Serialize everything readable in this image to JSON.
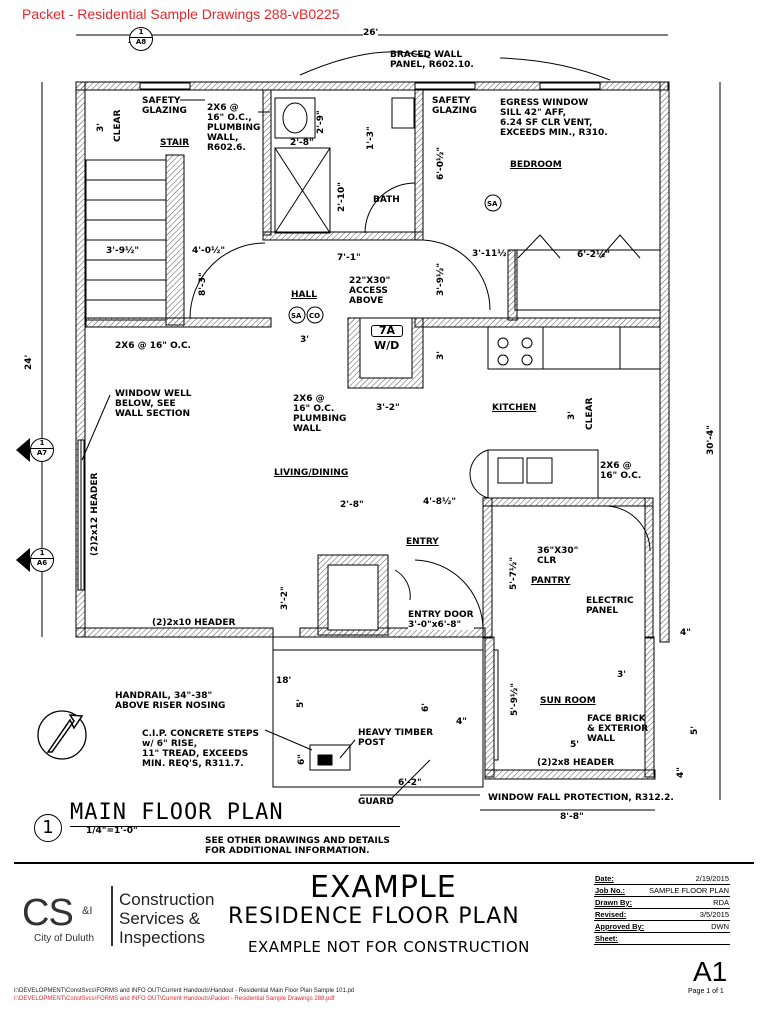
{
  "header": {
    "title": "Packet - Residential Sample Drawings 288-vB0225"
  },
  "callouts": [
    {
      "num": "1",
      "sheet": "A8"
    },
    {
      "num": "1",
      "sheet": "A7"
    },
    {
      "num": "1",
      "sheet": "A6"
    }
  ],
  "dimensions": {
    "overall_width": "26'",
    "overall_depth": "24'",
    "right_depth": "30'-4\"",
    "clear_top": "CLEAR",
    "dim_3": "3'",
    "dim_2_9": "2'-9\"",
    "dim_1_3": "1'-3\"",
    "dim_2_8_bath": "2'-8\"",
    "dim_2_10": "2'-10\"",
    "dim_6_0_half": "6'-0½\"",
    "dim_3_9_half": "3'-9½\"",
    "dim_4_0_half": "4'-0½\"",
    "dim_8_3": "8'-3\"",
    "dim_7_1": "7'-1\"",
    "dim_3_9_half_b": "3'-9½\"",
    "dim_3_11_half": "3'-11½\"",
    "dim_6_2_half": "6'-2½\"",
    "dim_3_hall": "3'",
    "dim_3_wd": "3'",
    "dim_3_2": "3'-2\"",
    "dim_3_kit": "3'",
    "clear_kit": "CLEAR",
    "dim_2_8_entry": "2'-8\"",
    "dim_4_8_half": "4'-8½\"",
    "dim_3_2_v": "3'-2\"",
    "dim_5_7_half": "5'-7½\"",
    "dim_18": "18'",
    "dim_5": "5'",
    "dim_6": "6'",
    "dim_6_2": "6'-2\"",
    "dim_6_s": "6\"",
    "dim_4_s": "4\"",
    "dim_5_9_half": "5'-9½\"",
    "dim_3_sun": "3'",
    "dim_5_sun": "5'",
    "dim_4_right": "4\"",
    "dim_5_right": "5'",
    "dim_4_right2": "4\"",
    "dim_8_8": "8'-8\""
  },
  "notes": {
    "braced_wall": "BRACED WALL\nPANEL, R602.10.",
    "safety_glazing_left": "SAFETY\nGLAZING",
    "plumbing_wall_top": "2X6 @\n16\" O.C.,\nPLUMBING\nWALL,\nR602.6.",
    "safety_glazing_right": "SAFETY\nGLAZING",
    "egress_window": "EGRESS WINDOW\nSILL 42\" AFF,\n6.24 SF CLR VENT,\nEXCEEDS MIN., R310.",
    "access": "22\"X30\"\nACCESS\nABOVE",
    "studs_left": "2X6 @ 16\" O.C.",
    "window_well": "WINDOW WELL\nBELOW, SEE\nWALL SECTION",
    "plumbing_wall_mid": "2X6 @\n16\" O.C.\nPLUMBING\nWALL",
    "studs_kitchen": "2X6 @\n16\" O.C.",
    "header_2x12": "(2)2x12 HEADER",
    "closet_clr": "36\"X30\"\nCLR",
    "electric_panel": "ELECTRIC\nPANEL",
    "header_2x10": "(2)2x10 HEADER",
    "entry_door": "ENTRY DOOR\n3'-0\"x6'-8\"",
    "handrail": "HANDRAIL, 34\"-38\"\nABOVE RISER NOSING",
    "concrete_steps": "C.I.P. CONCRETE STEPS\nw/ 6\" RISE,\n11\" TREAD, EXCEEDS\nMIN. REQ'S, R311.7.",
    "heavy_timber": "HEAVY TIMBER\nPOST",
    "guard": "GUARD",
    "face_brick": "FACE BRICK\n& EXTERIOR\nWALL",
    "header_2x8": "(2)2x8 HEADER",
    "window_fall": "WINDOW FALL PROTECTION, R312.2."
  },
  "rooms": {
    "stair": "STAIR",
    "bath": "BATH",
    "bedroom": "BEDROOM",
    "hall": "HALL",
    "wd_tag": "7A",
    "wd": "W/D",
    "kitchen": "KITCHEN",
    "living": "LIVING/DINING",
    "entry": "ENTRY",
    "pantry": "PANTRY",
    "sun_room": "SUN ROOM"
  },
  "symbols": {
    "sa": "SA",
    "co": "CO"
  },
  "plan": {
    "sheet_num": "1",
    "title": "MAIN FLOOR PLAN",
    "scale": "1/4\"=1'-0\"",
    "note": "SEE OTHER DRAWINGS AND DETAILS\nFOR ADDITIONAL INFORMATION."
  },
  "logo": {
    "cs": "CS",
    "amp": "&I",
    "city": "City of Duluth",
    "org": "Construction\nServices &\nInspections"
  },
  "doc": {
    "line1": "EXAMPLE",
    "line2": "RESIDENCE FLOOR PLAN",
    "line3": "EXAMPLE NOT FOR CONSTRUCTION"
  },
  "titleblock": [
    {
      "k": "Date:",
      "v": "2/19/2015"
    },
    {
      "k": "Job No.:",
      "v": "SAMPLE FLOOR PLAN"
    },
    {
      "k": "Drawn By:",
      "v": "RDA"
    },
    {
      "k": "Revised:",
      "v": "3/5/2015"
    },
    {
      "k": "Approved By:",
      "v": "DWN"
    },
    {
      "k": "Sheet:",
      "v": ""
    }
  ],
  "sheet": {
    "id": "A1",
    "page": "Page 1 of 1"
  },
  "footer": {
    "path1": "I:\\DEVELOPMENT\\ConstSvcs\\FORMS and INFO OUT\\Current Handouts\\Handout - Residential Main Floor Plan Sample 101.pd",
    "path2": "I:\\DEVELOPMENT\\ConstSvcs\\FORMS and INFO OUT\\Current Handouts\\Packet - Residential Sample Drawings 288.pdf"
  },
  "colors": {
    "red": "#e8262b",
    "ink": "#000000",
    "hatch": "#555555"
  }
}
